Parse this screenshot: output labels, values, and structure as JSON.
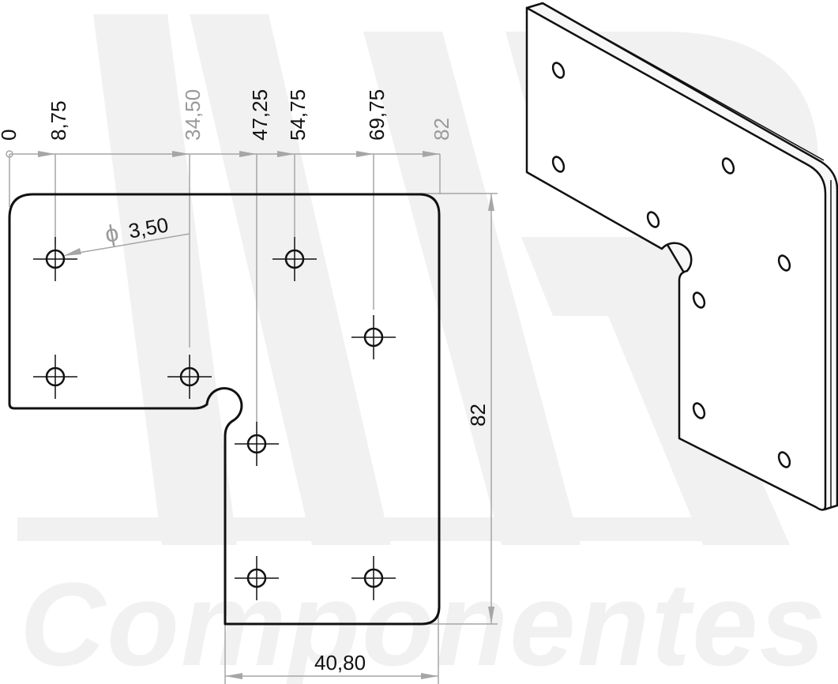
{
  "dimensions": {
    "horizontal": {
      "d0": "0",
      "d1": "8,75",
      "d2": "34,50",
      "d3": "47,25",
      "d4": "54,75",
      "d5": "69,75",
      "d6": "82"
    },
    "hole_diameter": "3,50",
    "diameter_symbol": "ϕ",
    "height": "82",
    "bottom_width": "40,80"
  },
  "watermark": {
    "text": "Componentes"
  },
  "colors": {
    "outline": "#111111",
    "dimension": "#a6a6a6",
    "watermark": "#f1f1f1"
  }
}
